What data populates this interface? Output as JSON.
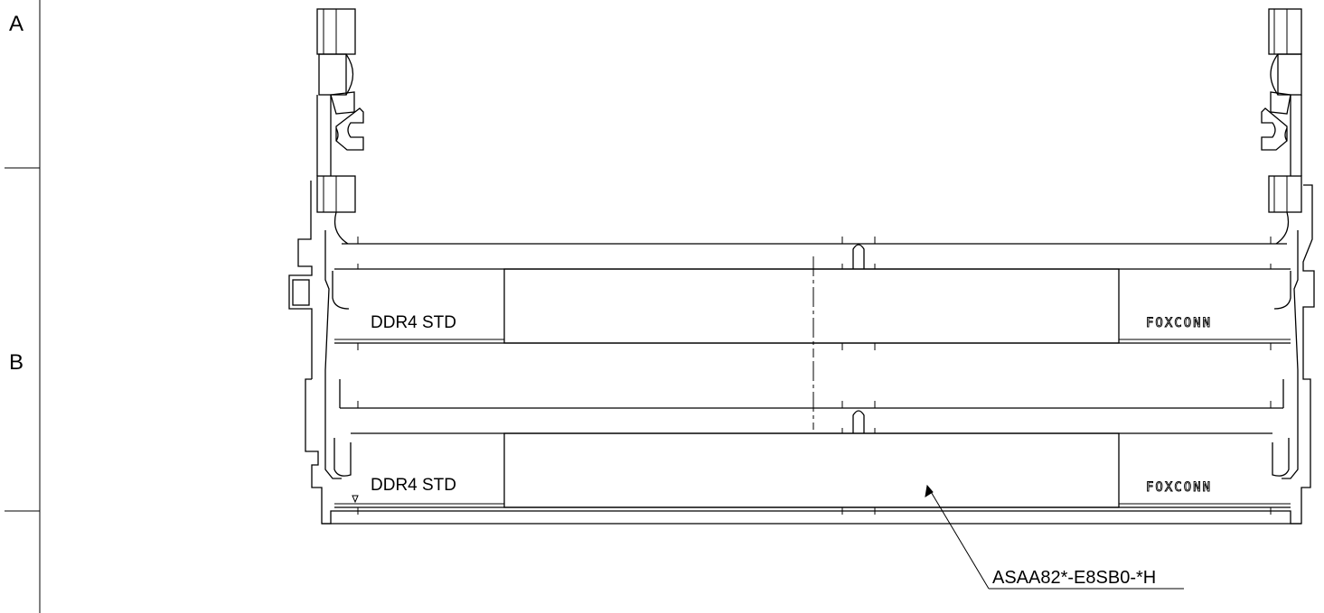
{
  "zones": [
    "A",
    "B"
  ],
  "slots": [
    {
      "label": "DDR4 STD",
      "brand": "FOXCONN"
    },
    {
      "label": "DDR4 STD",
      "brand": "FOXCONN"
    }
  ],
  "callout": {
    "part_number": "ASAA82*-E8SB0-*H"
  }
}
